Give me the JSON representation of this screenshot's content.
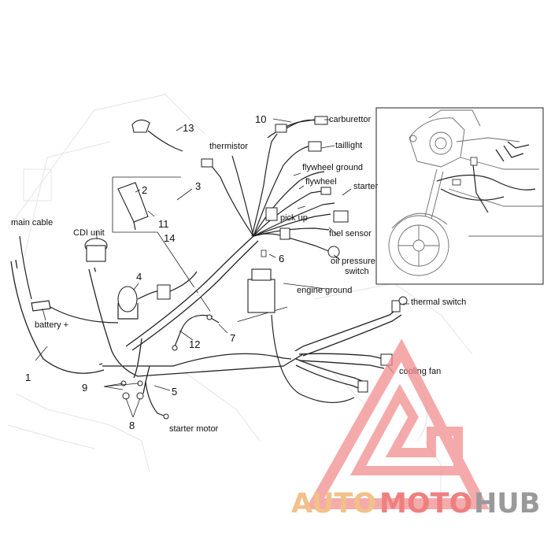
{
  "callouts": [
    {
      "id": "c1",
      "text": "1"
    },
    {
      "id": "c2",
      "text": "2"
    },
    {
      "id": "c3",
      "text": "3"
    },
    {
      "id": "c4",
      "text": "4"
    },
    {
      "id": "c5",
      "text": "5"
    },
    {
      "id": "c6",
      "text": "6"
    },
    {
      "id": "c7",
      "text": "7"
    },
    {
      "id": "c8",
      "text": "8"
    },
    {
      "id": "c9",
      "text": "9"
    },
    {
      "id": "c10",
      "text": "10"
    },
    {
      "id": "c11",
      "text": "11"
    },
    {
      "id": "c12",
      "text": "12"
    },
    {
      "id": "c13",
      "text": "13"
    },
    {
      "id": "c14",
      "text": "14"
    }
  ],
  "labels": {
    "main_cable": "main cable",
    "cdi_unit": "CDI unit",
    "battery": "battery +",
    "thermistor": "thermistor",
    "carburettor": "carburettor",
    "taillight": "taillight",
    "flywheel_ground": "flywheel ground",
    "flywheel": "flywheel",
    "starter": "starter",
    "pick_up": "pick up",
    "fuel_sensor": "fuel sensor",
    "oil_pressure_1": "oil pressure",
    "oil_pressure_2": "switch",
    "engine_ground": "engine ground",
    "thermal_switch": "thermal switch",
    "cooling_fan": "cooling fan",
    "starter_motor": "starter motor"
  },
  "watermark": {
    "part1": "AUTO",
    "part2": "MOTO",
    "part3": "HUB",
    "color_auto": "#f2c089",
    "color_moto": "#ef7f7f",
    "color_hub": "#9a9a9a",
    "triangle_color": "#f08a8a"
  }
}
